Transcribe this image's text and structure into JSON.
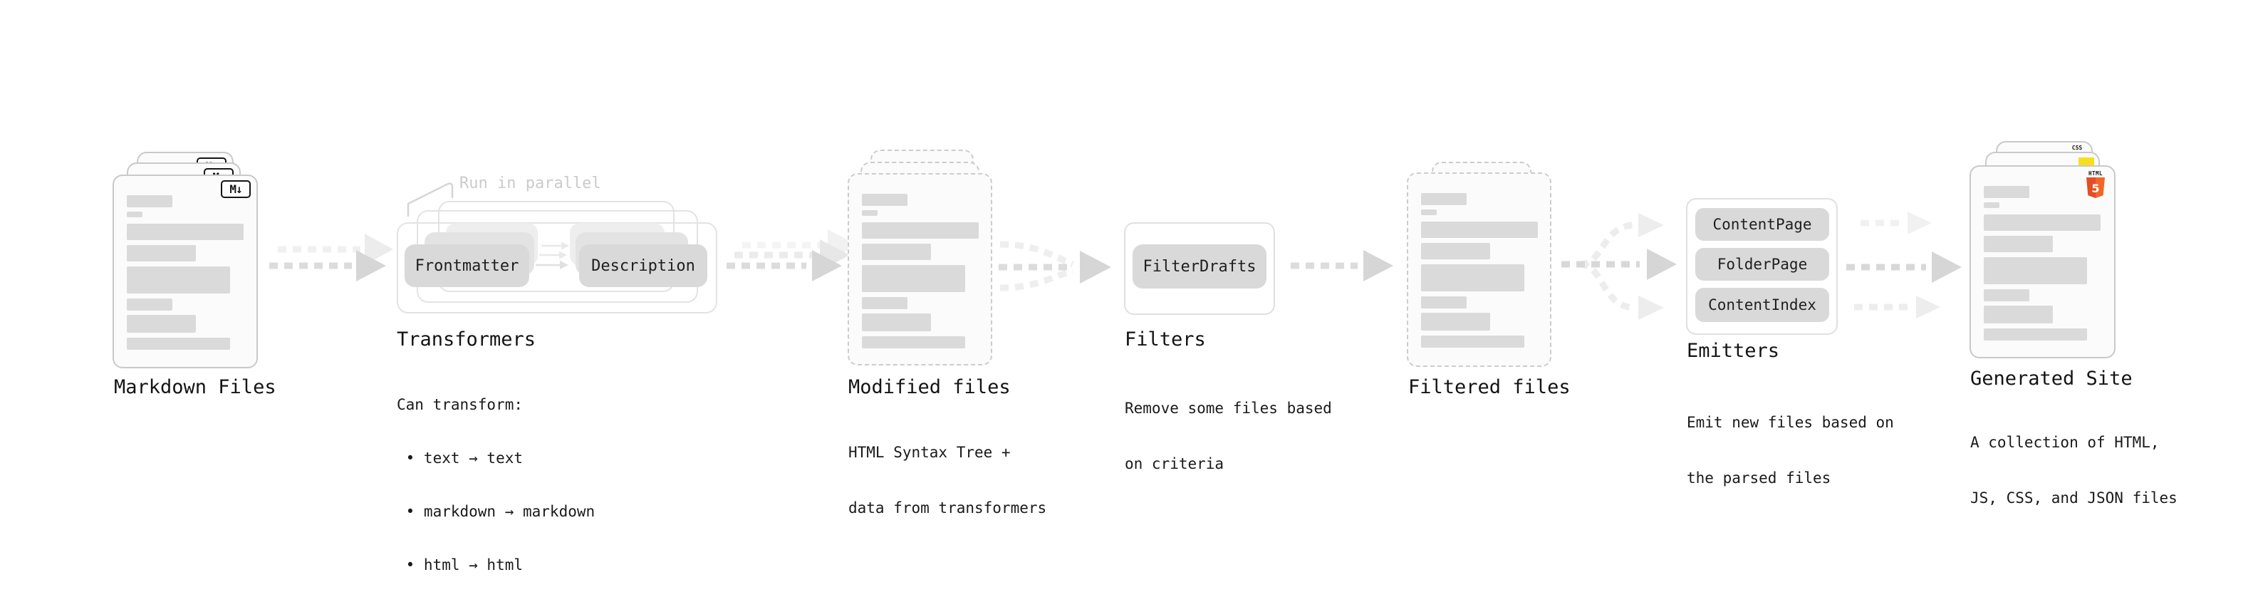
{
  "stages": {
    "markdown_files": {
      "title": "Markdown Files",
      "badge_icon": "M↓"
    },
    "transformers": {
      "title": "Transformers",
      "annotation": "Run in parallel",
      "box1": "Frontmatter",
      "box2": "Description",
      "desc_lines": [
        "Can transform:",
        " • text → text",
        " • markdown → markdown",
        " • html → html"
      ]
    },
    "modified_files": {
      "title": "Modified files",
      "desc_lines": [
        "HTML Syntax Tree +",
        "data from transformers"
      ]
    },
    "filters": {
      "title": "Filters",
      "box1": "FilterDrafts",
      "desc_lines": [
        "Remove some files based",
        "on criteria"
      ]
    },
    "filtered_files": {
      "title": "Filtered files"
    },
    "emitters": {
      "title": "Emitters",
      "box1": "ContentPage",
      "box2": "FolderPage",
      "box3": "ContentIndex",
      "desc_lines": [
        "Emit new files based on",
        "the parsed files"
      ]
    },
    "generated_site": {
      "title": "Generated Site",
      "desc_lines": [
        "A collection of HTML,",
        "JS, CSS, and JSON files"
      ],
      "html5_icon_label": "HTML",
      "html5_icon_number": "5",
      "css_icon_label": "CSS"
    }
  },
  "colors": {
    "html5_orange": "#e44d26",
    "html5_orange_light": "#f16529",
    "js_yellow": "#f7df1e",
    "css_blue": "#2962ff",
    "arrow_gray": "#d8d8d8",
    "placeholder_bar_gray": "#dadada"
  }
}
